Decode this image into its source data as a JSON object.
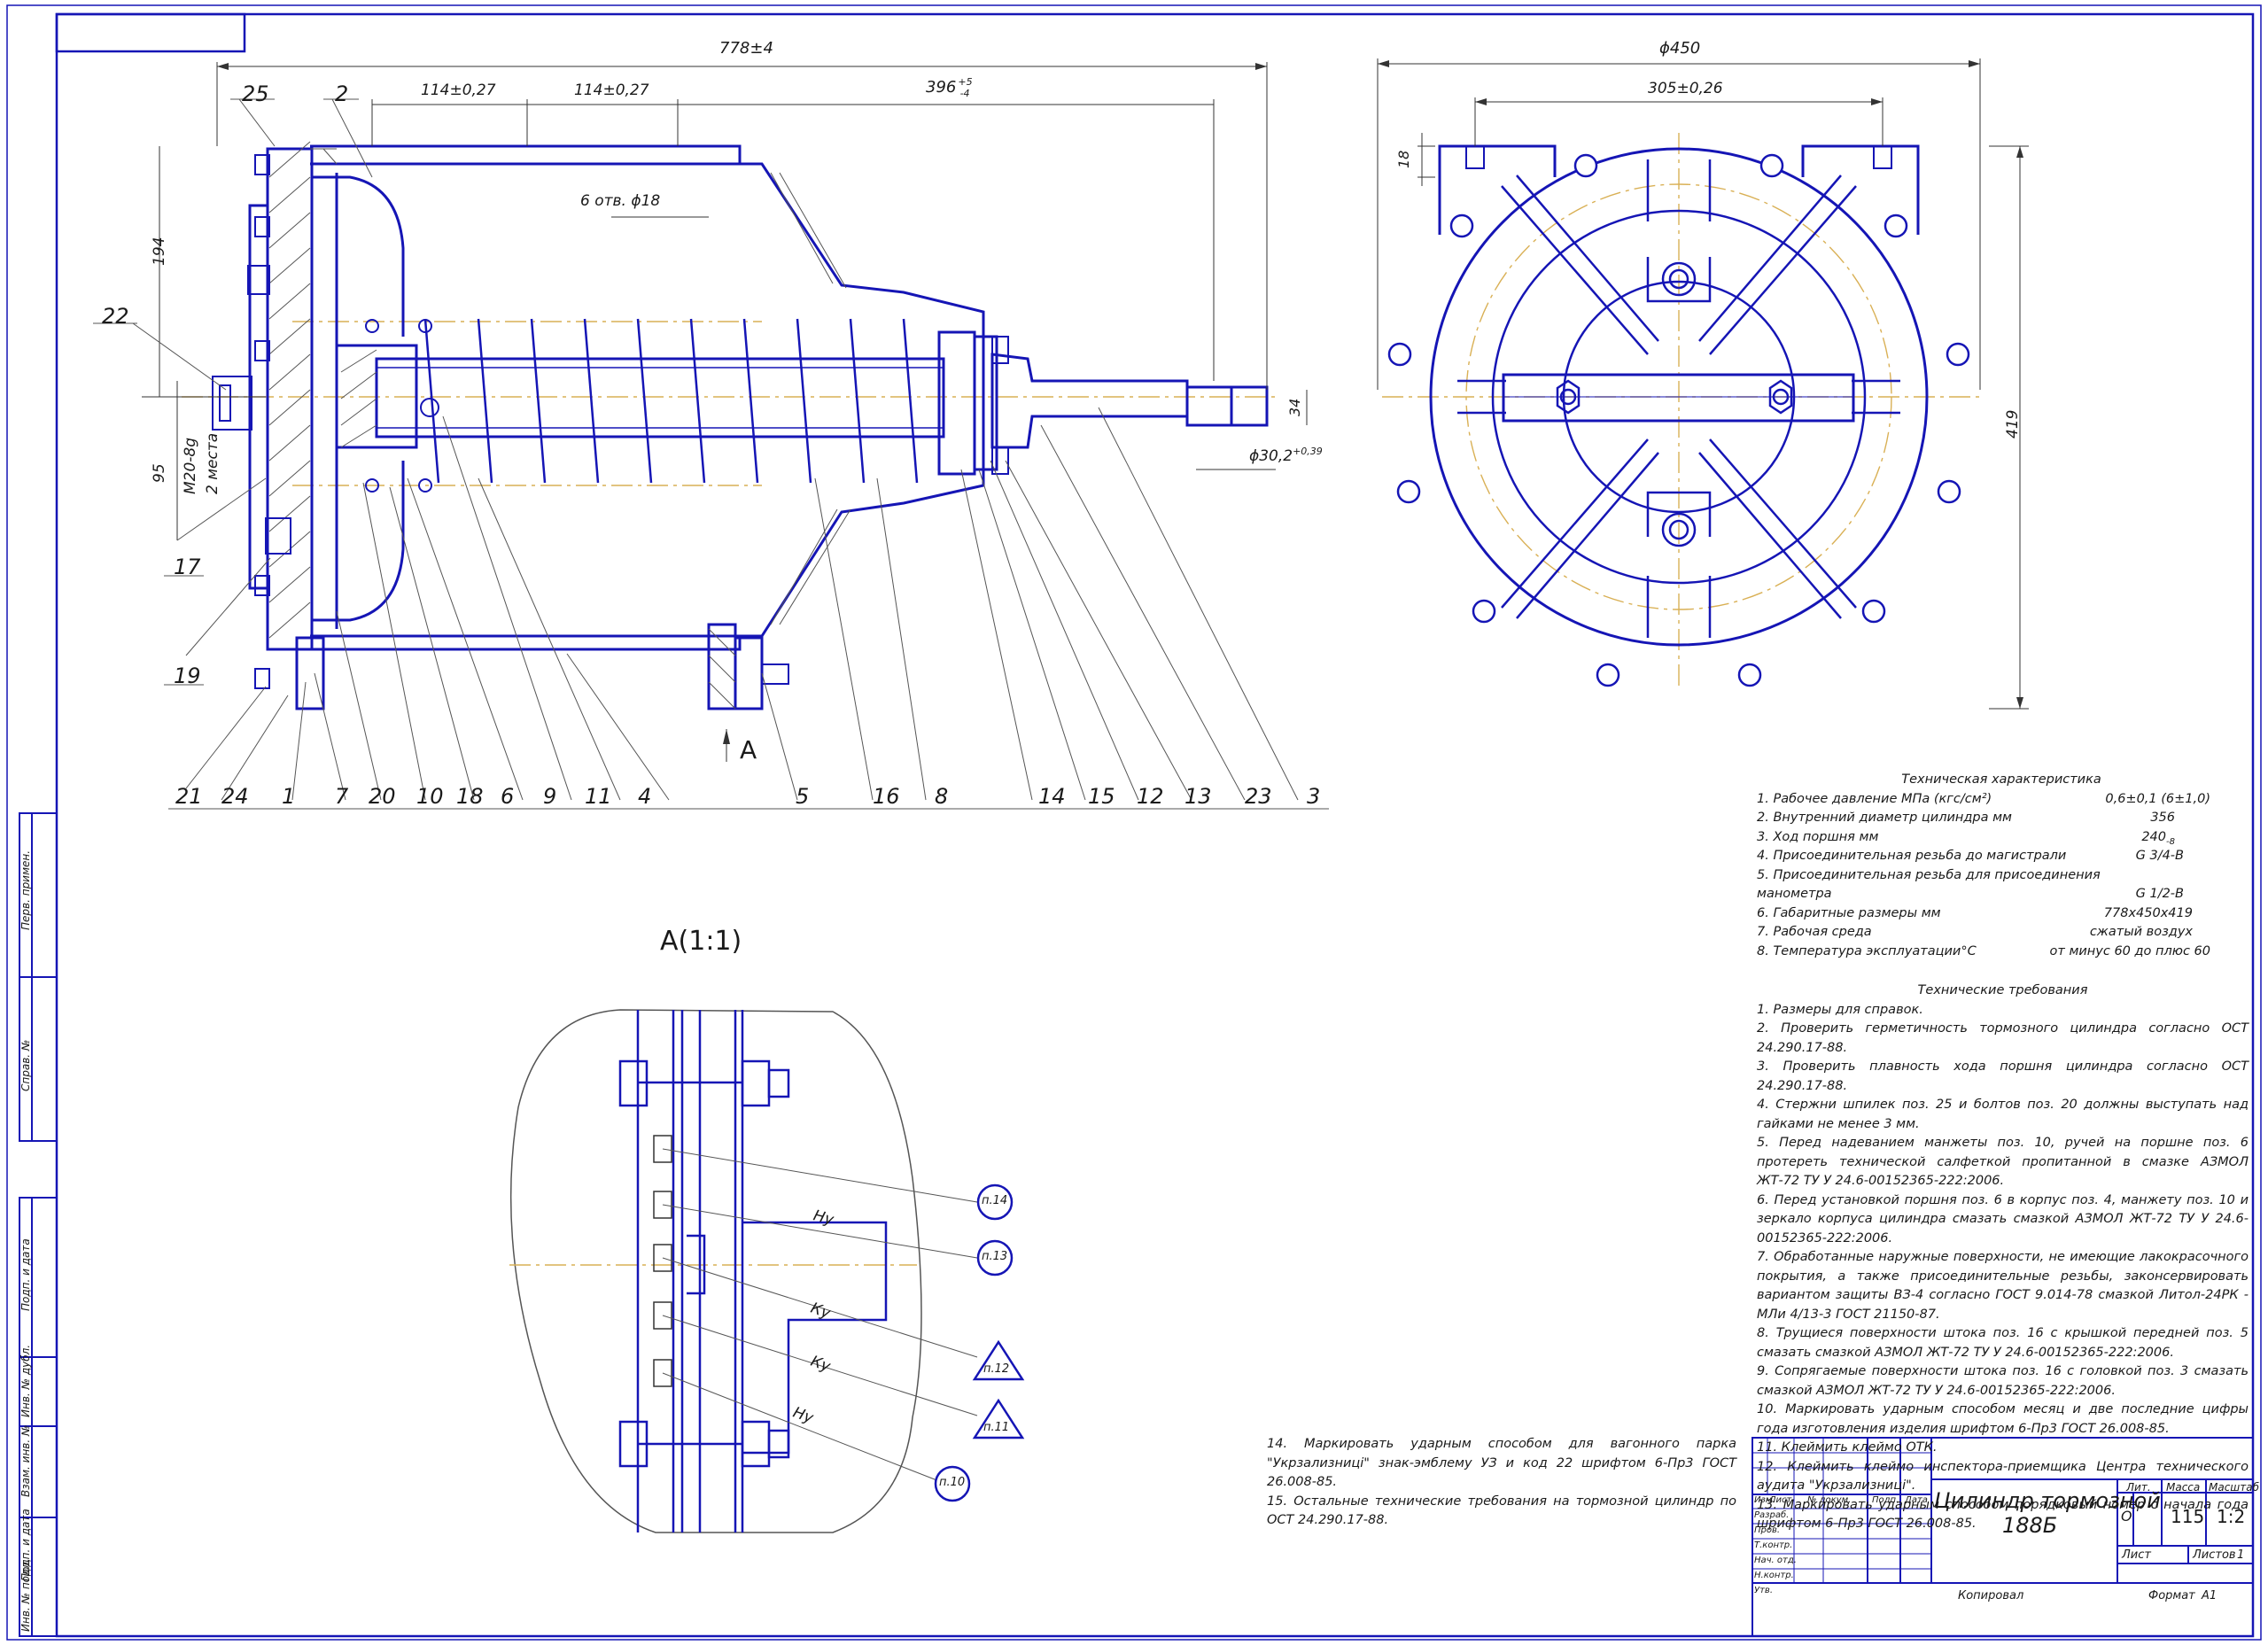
{
  "drawing": {
    "title_line1": "Цилиндр тормозной",
    "title_line2": "188Б",
    "mass": "115",
    "scale": "1:2",
    "lit_mark": "О",
    "sheet_label": "Лист",
    "sheets_label": "Листов",
    "sheets_count": "1",
    "copied": "Копировал",
    "format_label": "Формат",
    "format_value": "А1",
    "col_lit": "Лит.",
    "col_mass": "Масса",
    "col_scale": "Масштаб",
    "col_izm": "Изм.",
    "col_list": "Лист",
    "col_doc": "№ докум.",
    "col_sign": "Подп.",
    "col_date": "Дата",
    "roles": [
      "Разраб.",
      "Пров.",
      "Т.контр.",
      "Нач. отд.",
      "Н.контр.",
      "Утв."
    ]
  },
  "side_stamps": [
    "Перв. примен.",
    "Справ. №",
    "Подп. и дата",
    "Инв. № дубл.",
    "Взам. инв. №",
    "Подп. и дата",
    "Инв. № подл."
  ],
  "dimensions": {
    "overall_length": "778±4",
    "d450": "ϕ450",
    "d305": "305±0,26",
    "d114a": "114±0,27",
    "d114b": "114±0,27",
    "d396": "396",
    "d396_up": "+5",
    "d396_dn": "-4",
    "holes": "6 отв. ϕ18",
    "d194": "194",
    "d95": "95",
    "thread": "М20-8g",
    "places": "2 места",
    "d34": "34",
    "d30": "ϕ30,2",
    "d30_tol": "+0,39",
    "d18": "18",
    "d419": "419"
  },
  "view_label": "А",
  "detail_title": "А(1:1)",
  "detail_marks": [
    "Ну",
    "Ку",
    "Ку",
    "Ну"
  ],
  "detail_callouts": [
    "п.14",
    "п.13",
    "п.12",
    "п.11",
    "п.10"
  ],
  "part_labels": {
    "left_top": [
      "25",
      "2",
      "22",
      "17",
      "19"
    ],
    "bottom": [
      "21",
      "24",
      "1",
      "7",
      "20",
      "10",
      "18",
      "6",
      "9",
      "11",
      "4",
      "5",
      "16",
      "8",
      "14",
      "15",
      "12",
      "13",
      "23",
      "3"
    ]
  },
  "tech_char": {
    "title": "Техническая характеристика",
    "rows": [
      {
        "k": "1. Рабочее давление МПа (кгс/см²)",
        "v": "0,6±0,1 (6±1,0)"
      },
      {
        "k": "2. Внутренний диаметр цилиндра мм",
        "v": "356"
      },
      {
        "k": "3. Ход поршня мм",
        "v": "240"
      },
      {
        "k": "4. Присоединительная резьба до магистрали",
        "v": "G 3/4-В"
      },
      {
        "k": "5. Присоединительная резьба для присоединения",
        "v": ""
      },
      {
        "k": "манометра",
        "v": "G 1/2-В"
      },
      {
        "k": "6. Габаритные размеры мм",
        "v": "778х450х419"
      },
      {
        "k": "7. Рабочая среда",
        "v": "сжатый воздух"
      },
      {
        "k": "8. Температура эксплуатации°С",
        "v": "от минус 60 до плюс 60"
      }
    ],
    "stroke_tol": "-8"
  },
  "tech_req": {
    "title": "Технические требования",
    "items": [
      "1. Размеры для справок.",
      "2. Проверить герметичность тормозного цилиндра согласно ОСТ 24.290.17-88.",
      "3. Проверить плавность хода поршня цилиндра согласно ОСТ 24.290.17-88.",
      "4. Стержни шпилек поз. 25 и болтов поз. 20 должны выступать над гайками не менее 3 мм.",
      "5. Перед надеванием манжеты поз. 10, ручей на поршне поз. 6 протереть технической салфеткой пропитанной в смазке АЗМОЛ ЖТ-72 ТУ У 24.6-00152365-222:2006.",
      "6. Перед установкой поршня поз. 6 в корпус поз. 4, манжету поз. 10 и зеркало корпуса цилиндра смазать смазкой АЗМОЛ ЖТ-72 ТУ У 24.6-00152365-222:2006.",
      "7. Обработанные наружные поверхности, не имеющие лакокрасочного покрытия, а также присоединительные резьбы, законсервировать вариантом защиты ВЗ-4 согласно ГОСТ 9.014-78 смазкой Литол-24РК - МЛи 4/13-3 ГОСТ 21150-87.",
      "8. Трущиеся поверхности штока поз. 16 с крышкой передней поз. 5 смазать смазкой АЗМОЛ ЖТ-72 ТУ У 24.6-00152365-222:2006.",
      "9. Сопрягаемые поверхности штока поз. 16 с головкой поз. 3 смазать смазкой АЗМОЛ ЖТ-72 ТУ У 24.6-00152365-222:2006.",
      "10. Маркировать ударным способом месяц и две последние цифры года изготовления изделия шрифтом 6-Пр3 ГОСТ 26.008-85.",
      "11. Клеймить клеймо ОТК.",
      "12. Клеймить клеймо инспектора-приемщика Центра технического аудита \"Укрзализниці\".",
      "13. Маркировать ударным способом порядковый номер с начала года шрифтом 6-Пр3 ГОСТ 26.008-85."
    ],
    "extra": [
      "14. Маркировать ударным способом для вагонного парка \"Укрзализниці\" знак-эмблему УЗ и код 22 шрифтом 6-Пр3 ГОСТ 26.008-85.",
      "15. Остальные технические требования на тормозной цилиндр по ОСТ 24.290.17-88."
    ]
  }
}
